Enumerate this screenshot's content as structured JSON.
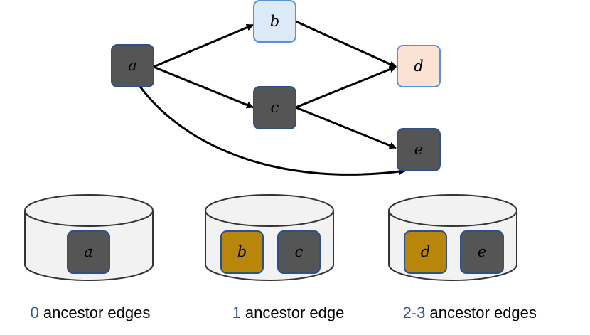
{
  "colors": {
    "dark_fill": "#555555",
    "dark_stroke": "#2f4f8a",
    "light_blue_fill": "#dce9f7",
    "light_blue_stroke": "#5b8fd6",
    "peach_fill": "#fbe3d4",
    "peach_stroke": "#5b8fd6",
    "gold_fill": "#b8860b",
    "edge": "#000000",
    "caption_number": "#2f5597",
    "bucket_fill": "#f2f2f2",
    "bucket_stroke": "#333333"
  },
  "graph": {
    "nodes": [
      {
        "id": "a",
        "label": "a",
        "style": "dark"
      },
      {
        "id": "b",
        "label": "b",
        "style": "light-blue"
      },
      {
        "id": "c",
        "label": "c",
        "style": "dark"
      },
      {
        "id": "d",
        "label": "d",
        "style": "peach"
      },
      {
        "id": "e",
        "label": "e",
        "style": "dark"
      }
    ],
    "edges": [
      {
        "from": "a",
        "to": "b"
      },
      {
        "from": "a",
        "to": "c"
      },
      {
        "from": "a",
        "to": "e"
      },
      {
        "from": "b",
        "to": "d"
      },
      {
        "from": "c",
        "to": "d"
      },
      {
        "from": "c",
        "to": "e"
      }
    ]
  },
  "buckets": [
    {
      "items": [
        {
          "label": "a",
          "style": "dark"
        }
      ],
      "caption_number": "0",
      "caption_text": " ancestor edges"
    },
    {
      "items": [
        {
          "label": "b",
          "style": "gold"
        },
        {
          "label": "c",
          "style": "dark"
        }
      ],
      "caption_number": "1",
      "caption_text": " ancestor edge"
    },
    {
      "items": [
        {
          "label": "d",
          "style": "gold"
        },
        {
          "label": "e",
          "style": "dark"
        }
      ],
      "caption_number": "2-3",
      "caption_text": " ancestor edges"
    }
  ]
}
